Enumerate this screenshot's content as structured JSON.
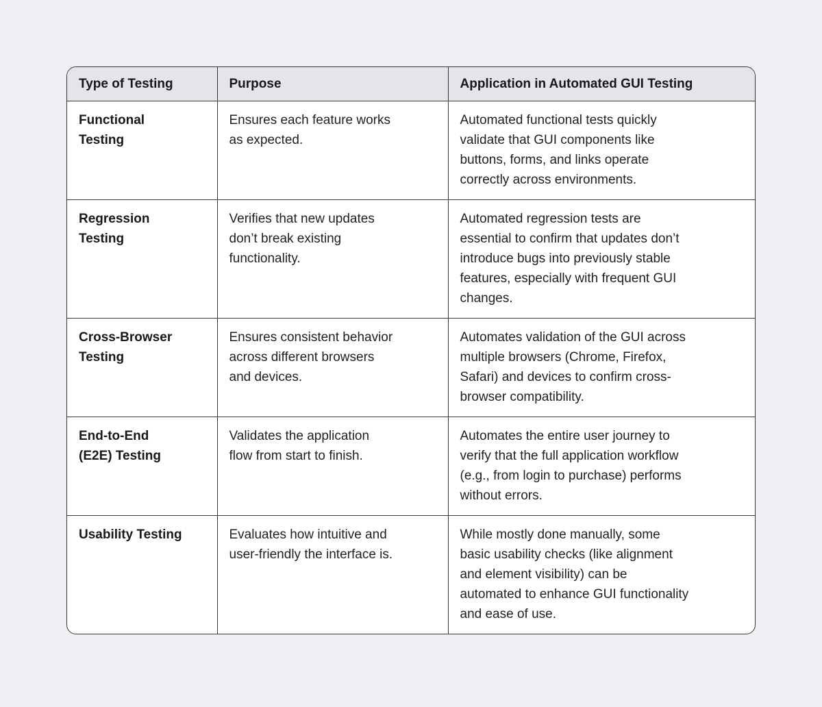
{
  "colors": {
    "page_background": "#eef0f4",
    "card_background": "#ffffff",
    "header_background": "#e3e5e9",
    "border": "#35373b",
    "text": "#1d1f23"
  },
  "table": {
    "columns": [
      {
        "label": "Type of Testing"
      },
      {
        "label": "Purpose"
      },
      {
        "label": "Application in Automated GUI Testing"
      }
    ],
    "rows": [
      {
        "type": "Functional\nTesting",
        "purpose": "Ensures each feature works\nas expected.",
        "application": "Automated functional tests quickly\nvalidate that GUI components like\nbuttons, forms, and links operate\ncorrectly across environments."
      },
      {
        "type": "Regression\nTesting",
        "purpose": "Verifies that new updates\ndon’t break existing\nfunctionality.",
        "application": "Automated regression tests are\nessential to confirm that updates don’t\nintroduce bugs into previously stable\nfeatures, especially with frequent GUI\nchanges."
      },
      {
        "type": "Cross-Browser\nTesting",
        "purpose": "Ensures consistent behavior\nacross different browsers\nand devices.",
        "application": "Automates validation of the GUI across\nmultiple browsers (Chrome, Firefox,\nSafari) and devices to confirm cross-\nbrowser compatibility."
      },
      {
        "type": "End-to-End\n(E2E) Testing",
        "purpose": "Validates the application\nflow from start to finish.",
        "application": "Automates the entire user journey to\nverify that the full application workflow\n(e.g., from login to purchase) performs\nwithout errors."
      },
      {
        "type": "Usability Testing",
        "purpose": "Evaluates how intuitive and\nuser-friendly the interface is.",
        "application": "While mostly done manually, some\nbasic usability checks (like alignment\nand element visibility) can be\nautomated to enhance GUI functionality\nand ease of use."
      }
    ]
  }
}
